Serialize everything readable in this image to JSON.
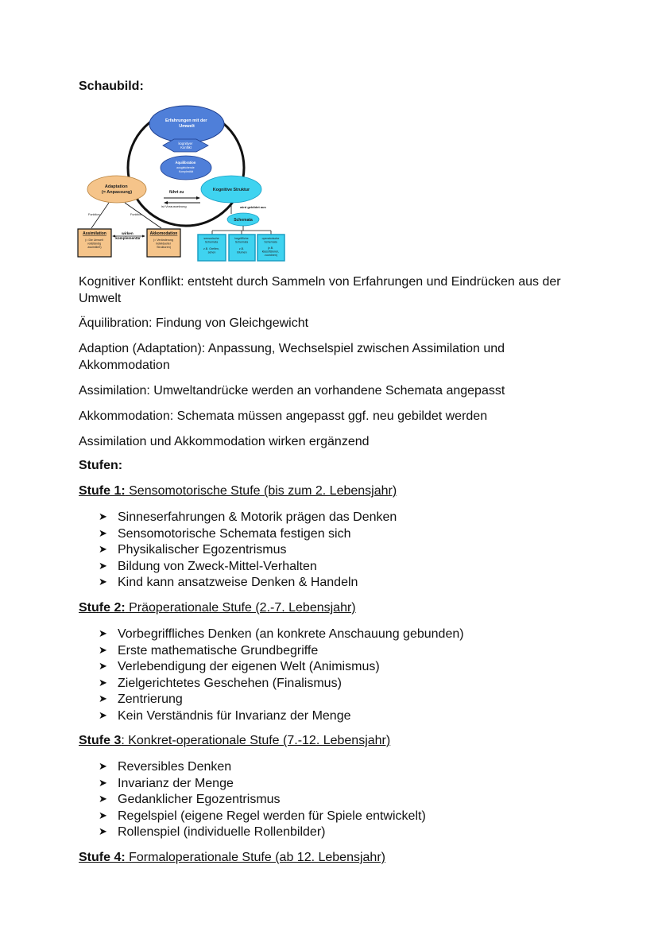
{
  "headings": {
    "schaubild": "Schaubild:",
    "stufen": "Stufen:"
  },
  "diagram": {
    "experience_node": [
      "Erfahrungen mit der",
      "Umwelt"
    ],
    "conflict_node": [
      "kognitiver",
      "Konflikt"
    ],
    "equilibration_node": [
      "Äquilibration",
      "ausgleichende",
      "Komplexität"
    ],
    "adaptation_node": [
      "Adaptation",
      "(= Anpassung)"
    ],
    "cognitive_structure_node": "Kognitive Struktur",
    "leads_to_label": "führt zu",
    "prerequisite_label": "ist Voraussetzung",
    "formed_from_label": "wird gebildet aus",
    "schemata_node": "Schemata",
    "function_left": "Funktion",
    "function_right": "Funktion",
    "complementary_label": [
      "wirken",
      "komplementär"
    ],
    "assimilation_box": {
      "title": "Assimilation",
      "text": [
        "(= Die Umwelt",
        "vollständig",
        "assimiliert)"
      ]
    },
    "accommodation_box": {
      "title": "Akkomodation",
      "text": [
        "(= Veränderung",
        "individueller",
        "Strukturen)"
      ]
    },
    "schema_boxes": [
      {
        "title": [
          "sensorische",
          "Schemata"
        ],
        "example": [
          "z.B. Greifen,",
          "sehen"
        ]
      },
      {
        "title": [
          "begriffliche",
          "Schemata"
        ],
        "example": [
          "z.B.",
          "Blumen"
        ]
      },
      {
        "title": [
          "operatorische",
          "Schemata"
        ],
        "example": [
          "(z.B.",
          "klassifizieren,",
          "zuordnen)"
        ]
      }
    ],
    "colors": {
      "blue_node": "#4f7fd9",
      "orange_node": "#f5c48a",
      "cyan_node": "#3fd3f0",
      "cyan_border": "#1a9fc4"
    }
  },
  "definitions": [
    "Kognitiver Konflikt: entsteht durch Sammeln von Erfahrungen und Eindrücken aus der Umwelt",
    "Äquilibration: Findung von Gleichgewicht",
    "Adaption (Adaptation): Anpassung, Wechselspiel zwischen Assimilation und Akkommodation",
    "Assimilation: Umweltandrücke werden an vorhandene Schemata angepasst",
    "Akkommodation: Schemata müssen angepasst ggf. neu gebildet werden",
    "Assimilation und Akkommodation wirken ergänzend"
  ],
  "stages": [
    {
      "label": "Stufe 1:",
      "title": " Sensomotorische Stufe (bis zum 2. Lebensjahr)",
      "items": [
        "Sinneserfahrungen & Motorik prägen das Denken",
        "Sensomotorische Schemata festigen sich",
        "Physikalischer Egozentrismus",
        "Bildung von Zweck-Mittel-Verhalten",
        "Kind kann ansatzweise Denken & Handeln"
      ]
    },
    {
      "label": "Stufe 2:",
      "title": " Präoperationale Stufe (2.-7. Lebensjahr)",
      "items": [
        "Vorbegriffliches Denken (an konkrete Anschauung gebunden)",
        "Erste mathematische Grundbegriffe",
        "Verlebendigung der eigenen Welt (Animismus)",
        "Zielgerichtetes Geschehen (Finalismus)",
        "Zentrierung",
        "Kein Verständnis für Invarianz der Menge"
      ]
    },
    {
      "label": "Stufe 3",
      "title": ": Konkret-operationale Stufe (7.-12. Lebensjahr)",
      "items": [
        "Reversibles Denken",
        "Invarianz der Menge",
        "Gedanklicher Egozentrismus",
        "Regelspiel (eigene Regel werden für Spiele entwickelt)",
        "Rollenspiel (individuelle Rollenbilder)"
      ]
    },
    {
      "label": "Stufe 4:",
      "title": " Formaloperationale Stufe (ab 12. Lebensjahr)",
      "items": []
    }
  ],
  "bullet_glyph": "➤"
}
